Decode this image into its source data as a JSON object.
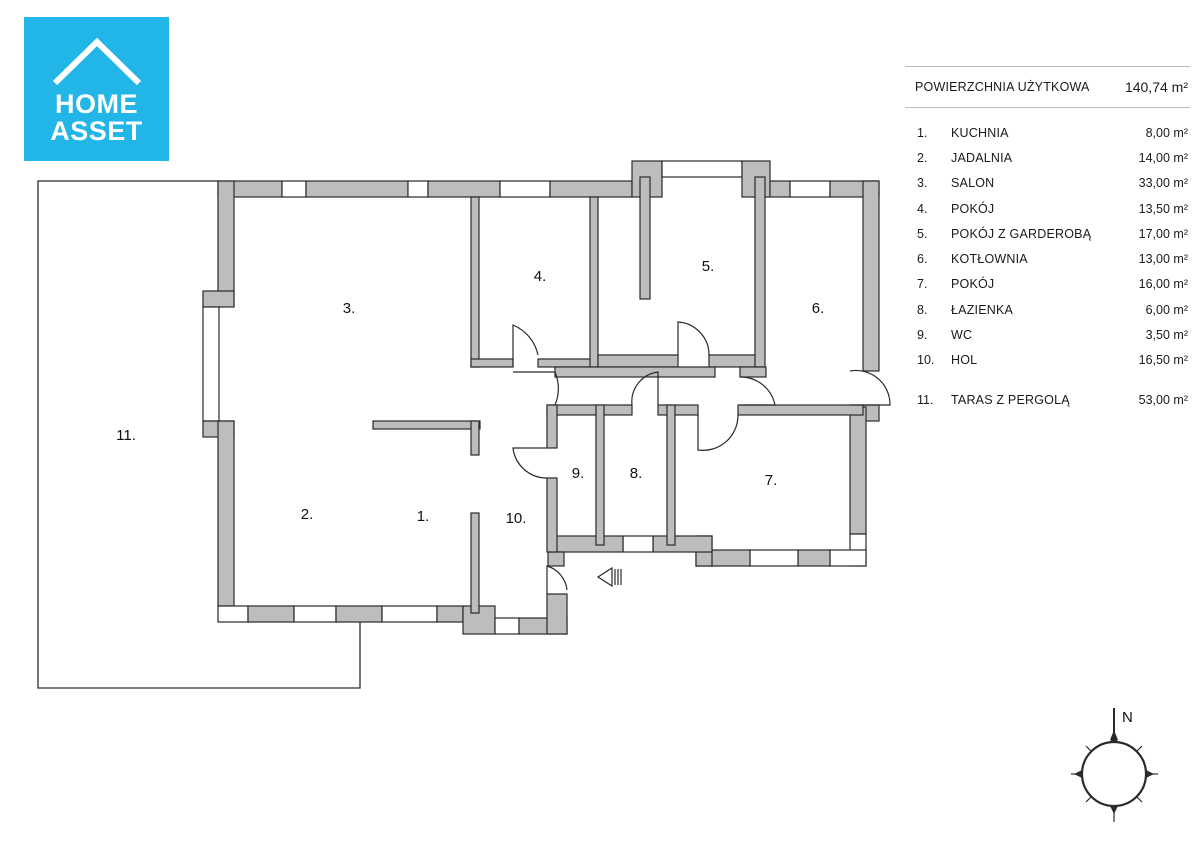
{
  "logo": {
    "line1": "HOME",
    "line2": "ASSET",
    "color": "#22b5e8"
  },
  "summary": {
    "label": "POWIERZCHNIA UŻYTKOWA",
    "value": "140,74 m²"
  },
  "rooms": [
    {
      "num": "1.",
      "name": "KUCHNIA",
      "area": "8,00 m²"
    },
    {
      "num": "2.",
      "name": "JADALNIA",
      "area": "14,00 m²"
    },
    {
      "num": "3.",
      "name": "SALON",
      "area": "33,00 m²"
    },
    {
      "num": "4.",
      "name": "POKÓJ",
      "area": "13,50 m²"
    },
    {
      "num": "5.",
      "name": "POKÓJ Z GARDEROBĄ",
      "area": "17,00 m²"
    },
    {
      "num": "6.",
      "name": "KOTŁOWNIA",
      "area": "13,00 m²"
    },
    {
      "num": "7.",
      "name": "POKÓJ",
      "area": "16,00 m²"
    },
    {
      "num": "8.",
      "name": "ŁAZIENKA",
      "area": "6,00 m²"
    },
    {
      "num": "9.",
      "name": "WC",
      "area": "3,50 m²"
    },
    {
      "num": "10.",
      "name": "HOL",
      "area": "16,50 m²"
    },
    {
      "num": "11.",
      "name": "TARAS Z PERGOLĄ",
      "area": "53,00 m²"
    }
  ],
  "plan_labels": {
    "r1": "1.",
    "r2": "2.",
    "r3": "3.",
    "r4": "4.",
    "r5": "5.",
    "r6": "6.",
    "r7": "7.",
    "r8": "8.",
    "r9": "9.",
    "r10": "10.",
    "r11": "11."
  },
  "compass": {
    "north": "N"
  },
  "colors": {
    "wall": "#bdbdbd",
    "wall_stroke": "#2a2a2a",
    "logo_bg": "#22b5e8"
  }
}
